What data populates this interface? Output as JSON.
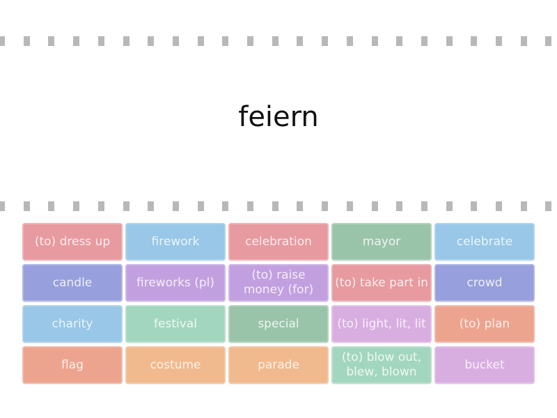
{
  "prompt": {
    "word": "feiern"
  },
  "tiles": [
    {
      "label": "(to) dress up",
      "color": "red"
    },
    {
      "label": "firework",
      "color": "blue"
    },
    {
      "label": "celebration",
      "color": "red"
    },
    {
      "label": "mayor",
      "color": "green"
    },
    {
      "label": "celebrate",
      "color": "blue"
    },
    {
      "label": "candle",
      "color": "indigo"
    },
    {
      "label": "fireworks (pl)",
      "color": "purple"
    },
    {
      "label": "(to) raise money (for)",
      "color": "purple"
    },
    {
      "label": "(to) take part in",
      "color": "red"
    },
    {
      "label": "crowd",
      "color": "indigo"
    },
    {
      "label": "charity",
      "color": "blue"
    },
    {
      "label": "festival",
      "color": "mint"
    },
    {
      "label": "special",
      "color": "green"
    },
    {
      "label": "(to) light, lit, lit",
      "color": "lilac"
    },
    {
      "label": "(to) plan",
      "color": "orange"
    },
    {
      "label": "flag",
      "color": "orange"
    },
    {
      "label": "costume",
      "color": "peach"
    },
    {
      "label": "parade",
      "color": "peach"
    },
    {
      "label": "(to) blow out, blew, blown",
      "color": "mint"
    },
    {
      "label": "bucket",
      "color": "lilac"
    }
  ]
}
